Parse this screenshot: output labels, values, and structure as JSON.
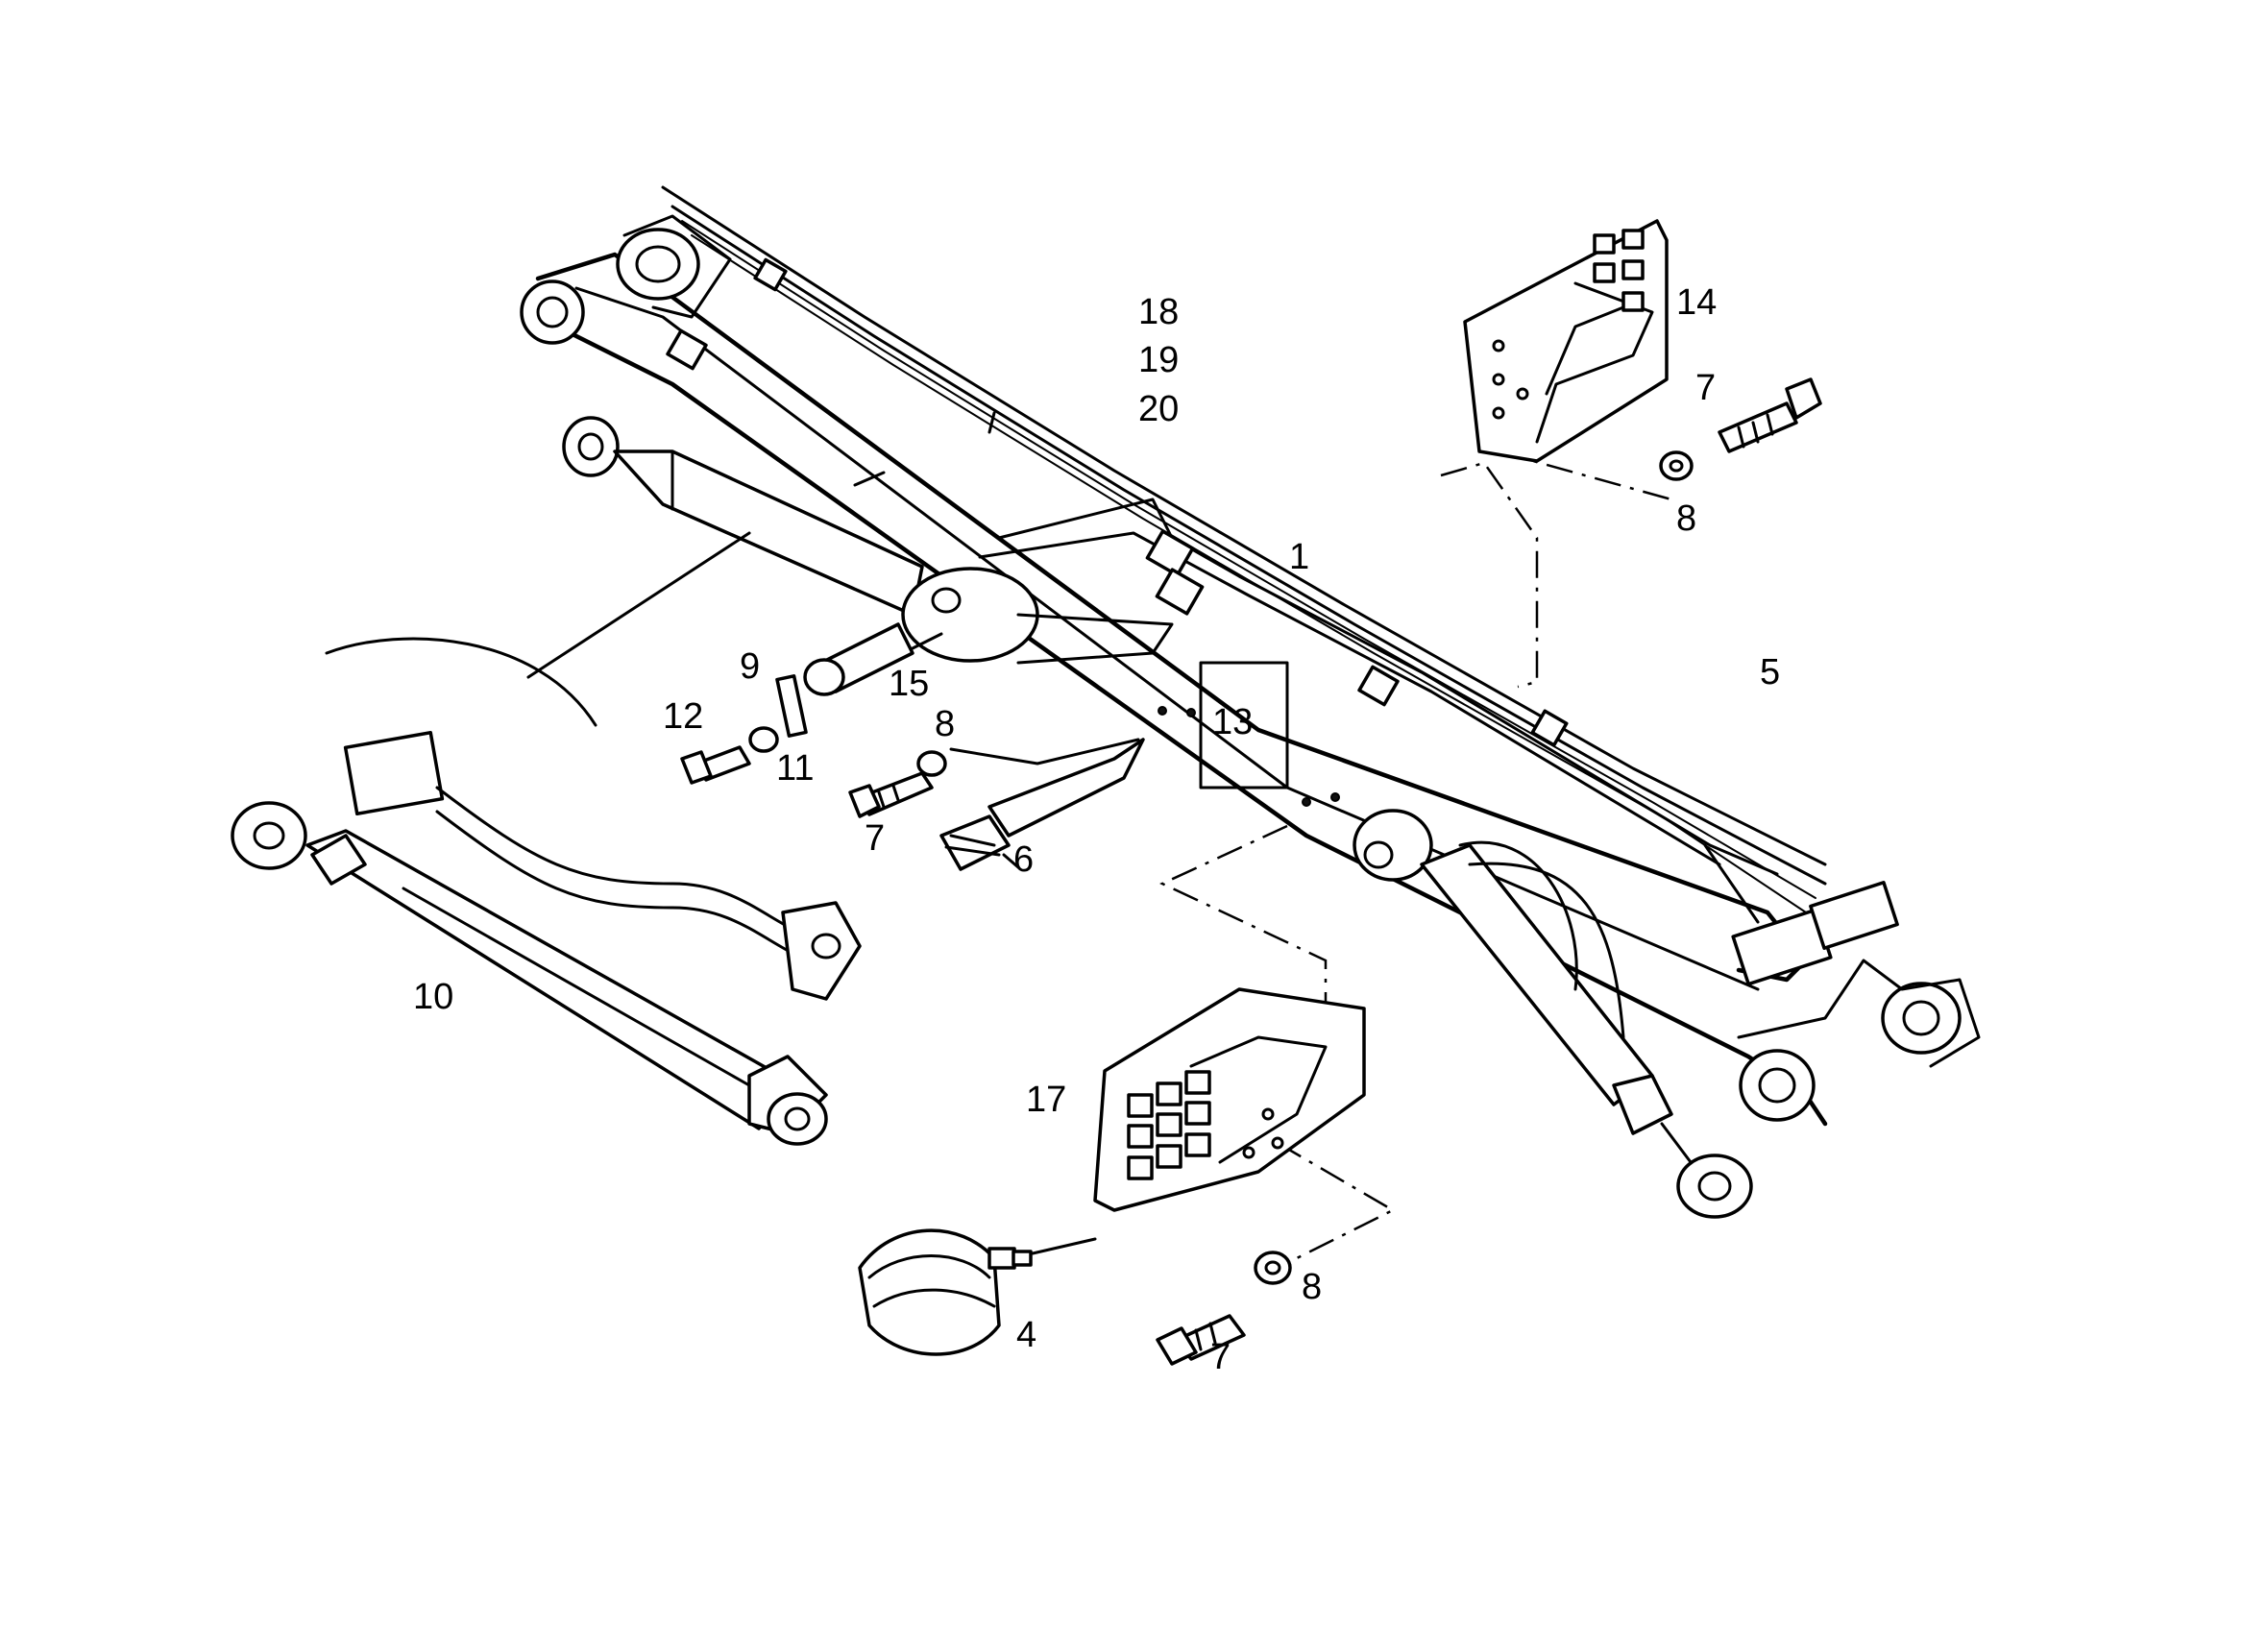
{
  "title": "",
  "part_labels": [
    {
      "id": "p1",
      "text": "1"
    },
    {
      "id": "p4",
      "text": "4"
    },
    {
      "id": "p5",
      "text": "5"
    },
    {
      "id": "p6",
      "text": "6"
    },
    {
      "id": "p7a",
      "text": "7"
    },
    {
      "id": "p7b",
      "text": "7"
    },
    {
      "id": "p7c",
      "text": "7"
    },
    {
      "id": "p8a",
      "text": "8"
    },
    {
      "id": "p8b",
      "text": "8"
    },
    {
      "id": "p8c",
      "text": "8"
    },
    {
      "id": "p9",
      "text": "9"
    },
    {
      "id": "p10",
      "text": "10"
    },
    {
      "id": "p11",
      "text": "11"
    },
    {
      "id": "p12",
      "text": "12"
    },
    {
      "id": "p13",
      "text": "13"
    },
    {
      "id": "p14",
      "text": "14"
    },
    {
      "id": "p15",
      "text": "15"
    },
    {
      "id": "p17",
      "text": "17"
    },
    {
      "id": "p18",
      "text": "18"
    },
    {
      "id": "p19",
      "text": "19"
    },
    {
      "id": "p20",
      "text": "20"
    }
  ]
}
